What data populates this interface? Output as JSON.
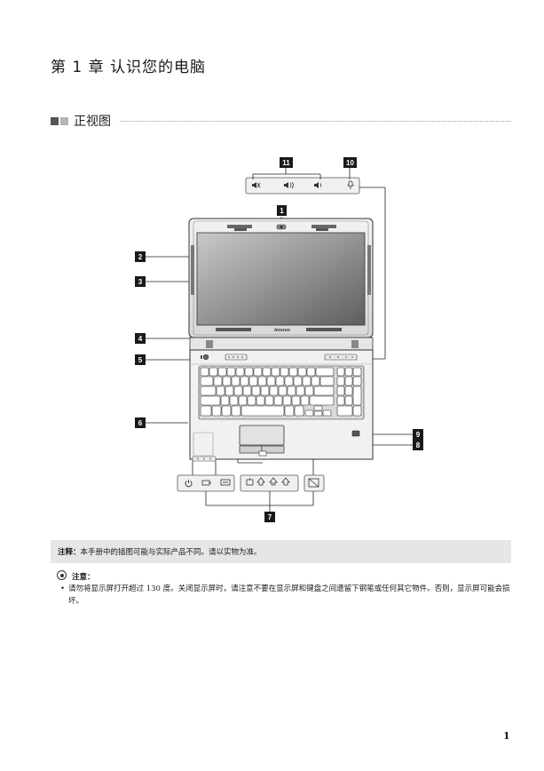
{
  "page": {
    "chapter_title": "第 1 章 认识您的电脑",
    "section_title": "正视图",
    "page_number": "1"
  },
  "diagram": {
    "callouts": [
      "1",
      "2",
      "3",
      "4",
      "5",
      "6",
      "7",
      "8",
      "9",
      "10",
      "11"
    ],
    "brand_text": "lenovo",
    "icons_top_panel": [
      "mute-icon",
      "volume-up-icon",
      "volume-down-icon",
      "microphone-mute-icon"
    ],
    "icons_bottom_left_panel": [
      "power-icon",
      "battery-icon",
      "hdd-activity-icon"
    ],
    "icons_bottom_mid_panel": [
      "wireless-icon",
      "caps-lock-icon",
      "num-lock-icon",
      "scroll-lock-icon"
    ],
    "icons_bottom_right_panel": [
      "touchpad-icon"
    ]
  },
  "note": {
    "label": "注释：",
    "text": "本手册中的插图可能与实际产品不同。请以实物为准。"
  },
  "attention": {
    "title": "注意：",
    "bullet": "•",
    "text": "请勿将显示屏打开超过 130 度。关闭显示屏时，请注意不要在显示屏和键盘之间遗留下钢笔或任何其它物件。否则，显示屏可能会损坏。"
  }
}
